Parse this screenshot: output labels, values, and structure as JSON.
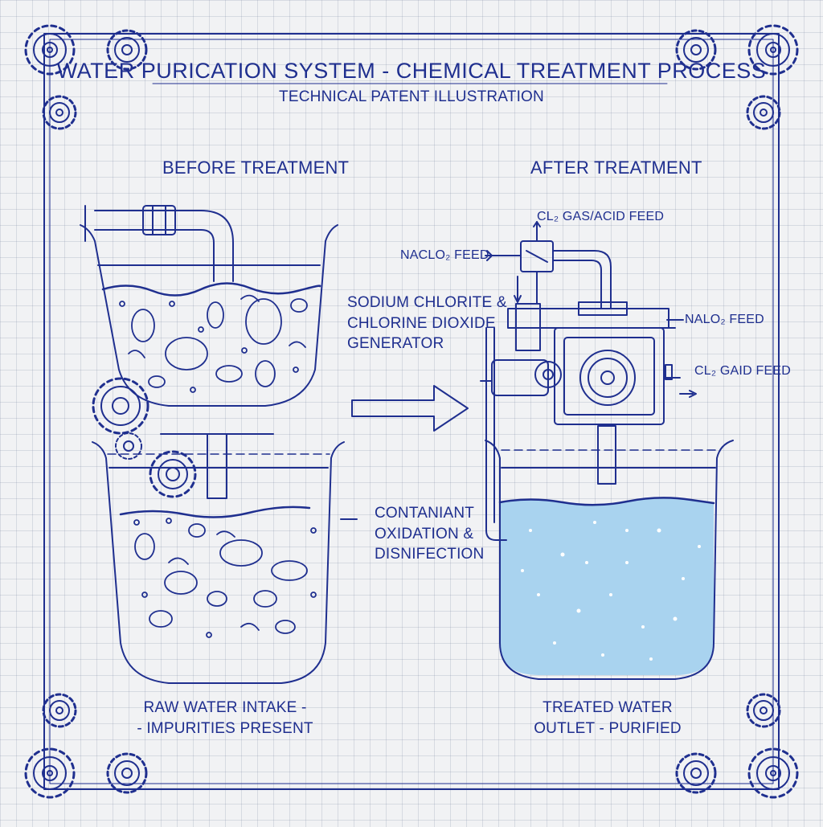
{
  "title": "WATER PURICATION SYSTEM - CHEMICAL TREATMENT PROCESS",
  "subtitle": "TECHNICAL PATENT ILLUSTRATION",
  "before": {
    "heading": "BEFORE TREATMENT",
    "caption_line1": "RAW WATER INTAKE -",
    "caption_line2": "- IMPURITIES PRESENT"
  },
  "after": {
    "heading": "AFTER TREATMENT",
    "caption_line1": "TREATED WATER",
    "caption_line2": "OUTLET - PURIFIED"
  },
  "generator": {
    "line1": "SODIUM CHLORITE &",
    "line2": "CHLORINE DIOXIDE",
    "line3": "GENERATOR"
  },
  "oxidation": {
    "line1": "CONTANIANT",
    "line2": "OXIDATION &",
    "line3": "DISNIFECTION"
  },
  "feeds": {
    "cl2_acid": "Cl₂ GAS/ACID FEED",
    "naclo2_left": "NaClO₂ FEED",
    "naclo2_right": "NaLO₂ FEED",
    "cl2_gaid": "Cl₂ GAID FEED"
  },
  "colors": {
    "ink": "#1f2f8f",
    "paper": "#f1f2f4",
    "water": "#a9d3ef"
  }
}
